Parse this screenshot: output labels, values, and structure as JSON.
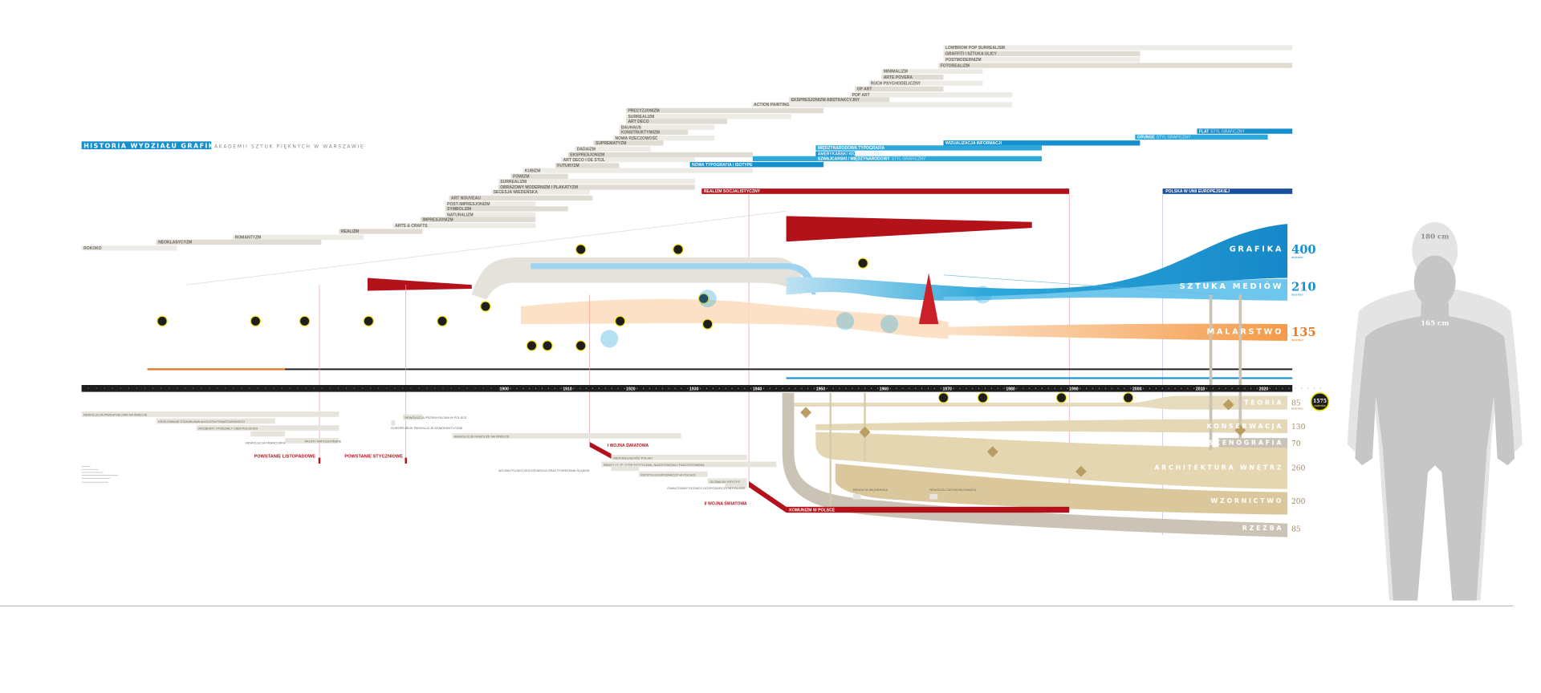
{
  "header": {
    "title": "HISTORIA WYDZIAŁU GRAFIKI",
    "subtitle": "AKADEMII SZTUK PIĘKNYCH W WARSZAWIE"
  },
  "colors": {
    "accent_blue": "#168fcf",
    "light_blue": "#2ea8da",
    "red": "#b3121b",
    "orange": "#f07a1a",
    "beige": "#e0d3ad",
    "gray_bar": "#e2ded6",
    "timeline": "#1e1e1e"
  },
  "movements": [
    "LOWBROW POP SURREALISM",
    "GRAFFITI I SZTUKA ULICY",
    "POSTMODERNIZM",
    "FOTOREALIZM",
    "MINIMALIZM",
    "ARTE POVERA",
    "RUCH PSYCHODELICZNY",
    "OP ART",
    "POP ART",
    "EKSPRESJONIZM ABSTRAKCYJNY",
    "ACTION PAINTING",
    "PRECYZJONIZM",
    "SURREALIZM",
    "ART DECO",
    "BAUHAUS",
    "KONSTRUKTYWIZM",
    "NOWA RZECZOWOŚĆ",
    "SUPREMATYZM",
    "DADAIZM",
    "EKSPRESJONIZM",
    "ART DECO I DE STIJL",
    "FUTURYZM",
    "KUBIZM",
    "FOWIZM",
    "SURREALIZM",
    "OBRAZOWY MODERNIZM I PLAKATYZM",
    "SECESJA WIEDEŃSKA",
    "ART NOUVEAU",
    "POST-IMPRESJONIZM",
    "SYMBOLIZM",
    "NATURALIZM",
    "IMPRESJONIZM",
    "ARTS & CRAFTS",
    "REALIZM",
    "ROMANTYZM",
    "NEOKLASYCYZM",
    "ROKOKO"
  ],
  "design_styles": [
    {
      "name": "FLAT",
      "suffix": "STYL GRAFICZNY"
    },
    {
      "name": "GRUNGE",
      "suffix": "STYL GRAFICZNY"
    },
    {
      "name": "WIZUALIZACJA INFORMACJI",
      "suffix": ""
    },
    {
      "name": "MIĘDZYNARODOWA TYPOGRAFIA",
      "suffix": ""
    },
    {
      "name": "AMERYKAŃSKI KICZ",
      "suffix": "STYL GRAF."
    },
    {
      "name": "SZWAJCARSKI / MIĘDZYNARODOWY",
      "suffix": "STYL GRAFICZNY"
    },
    {
      "name": "NOWA TYPOGRAFIA I ISOTYPE",
      "suffix": ""
    }
  ],
  "periods": {
    "socrealism": "REALIZM SOCJALISTYCZNY",
    "eu": "POLSKA W UNII EUROPEJSKIEJ",
    "communism": "KOMUNIZM W POLSCE"
  },
  "timeline": {
    "decades": [
      "1900",
      "1910",
      "1920",
      "1930",
      "1940",
      "1950",
      "1960",
      "1970",
      "1980",
      "1990",
      "2000",
      "2010",
      "2020"
    ]
  },
  "events": [
    "REWOLUCJA PRZEMYSŁOWA NA ŚWIECIE",
    "KRÓLOWANIE STANISŁAWA AUGUSTA PONIATOWSKIEGO",
    "ROZBIORY I PODZIAŁY ZIEM POLSKICH",
    "REWOLUCJA FRANCUSKA",
    "WOJNY NAPOLEOŃSKIE",
    "REWOLUCJA PRZEMYSŁOWA W POLSCE",
    "EUROPEJSKIE REWOLUCJE DEMOKRATYCZNE",
    "REWOLUCJE ROBOCZE NA ŚWIECIE",
    "NIEPODLEGŁOŚĆ POLSKI",
    "REWOLUCJE: KOMUNISTYCZNA, NAZISTOWSKA I FASZYSTOWSKA",
    "WOJNA POLSKO-BOLSZEWICKA ORAZ POWSTANIA ŚLĄSKIE",
    "KRYZYS GOSPODARCZY W POLSCE",
    "GLOBALNY KRYZYS",
    "GWAŁTOWNY ROZWÓJ GOSPODARCZY W POLSCE",
    "REWOLTA WĘGIERSKA",
    "REWOLTA CZECHOSŁOWACKA"
  ],
  "red_events": {
    "listopadowe": "POWSTANIE LISTOPADOWE",
    "styczniowe": "POWSTANIE STYCZNIOWE",
    "ww1": "I WOJNA ŚWIATOWA",
    "ww2": "II WOJNA ŚWIATOWA"
  },
  "disciplines": [
    {
      "name": "GRAFIKA",
      "students": "400"
    },
    {
      "name": "SZTUKA MEDIÓW",
      "students": "210"
    },
    {
      "name": "MALARSTWO",
      "students": "135"
    },
    {
      "name": "TEORIA",
      "students": "85"
    },
    {
      "name": "KONSERWACJA",
      "students": "130"
    },
    {
      "name": "SCENOGRAFIA",
      "students": "70"
    },
    {
      "name": "ARCHITEKTURA WNĘTRZ",
      "students": "260"
    },
    {
      "name": "WZORNICTWO",
      "students": "200"
    },
    {
      "name": "RZEŹBA",
      "students": "85"
    }
  ],
  "students_label": "studentów",
  "total_badge": "1575",
  "scale_figures": {
    "tall": "180 cm",
    "short": "165 cm"
  }
}
